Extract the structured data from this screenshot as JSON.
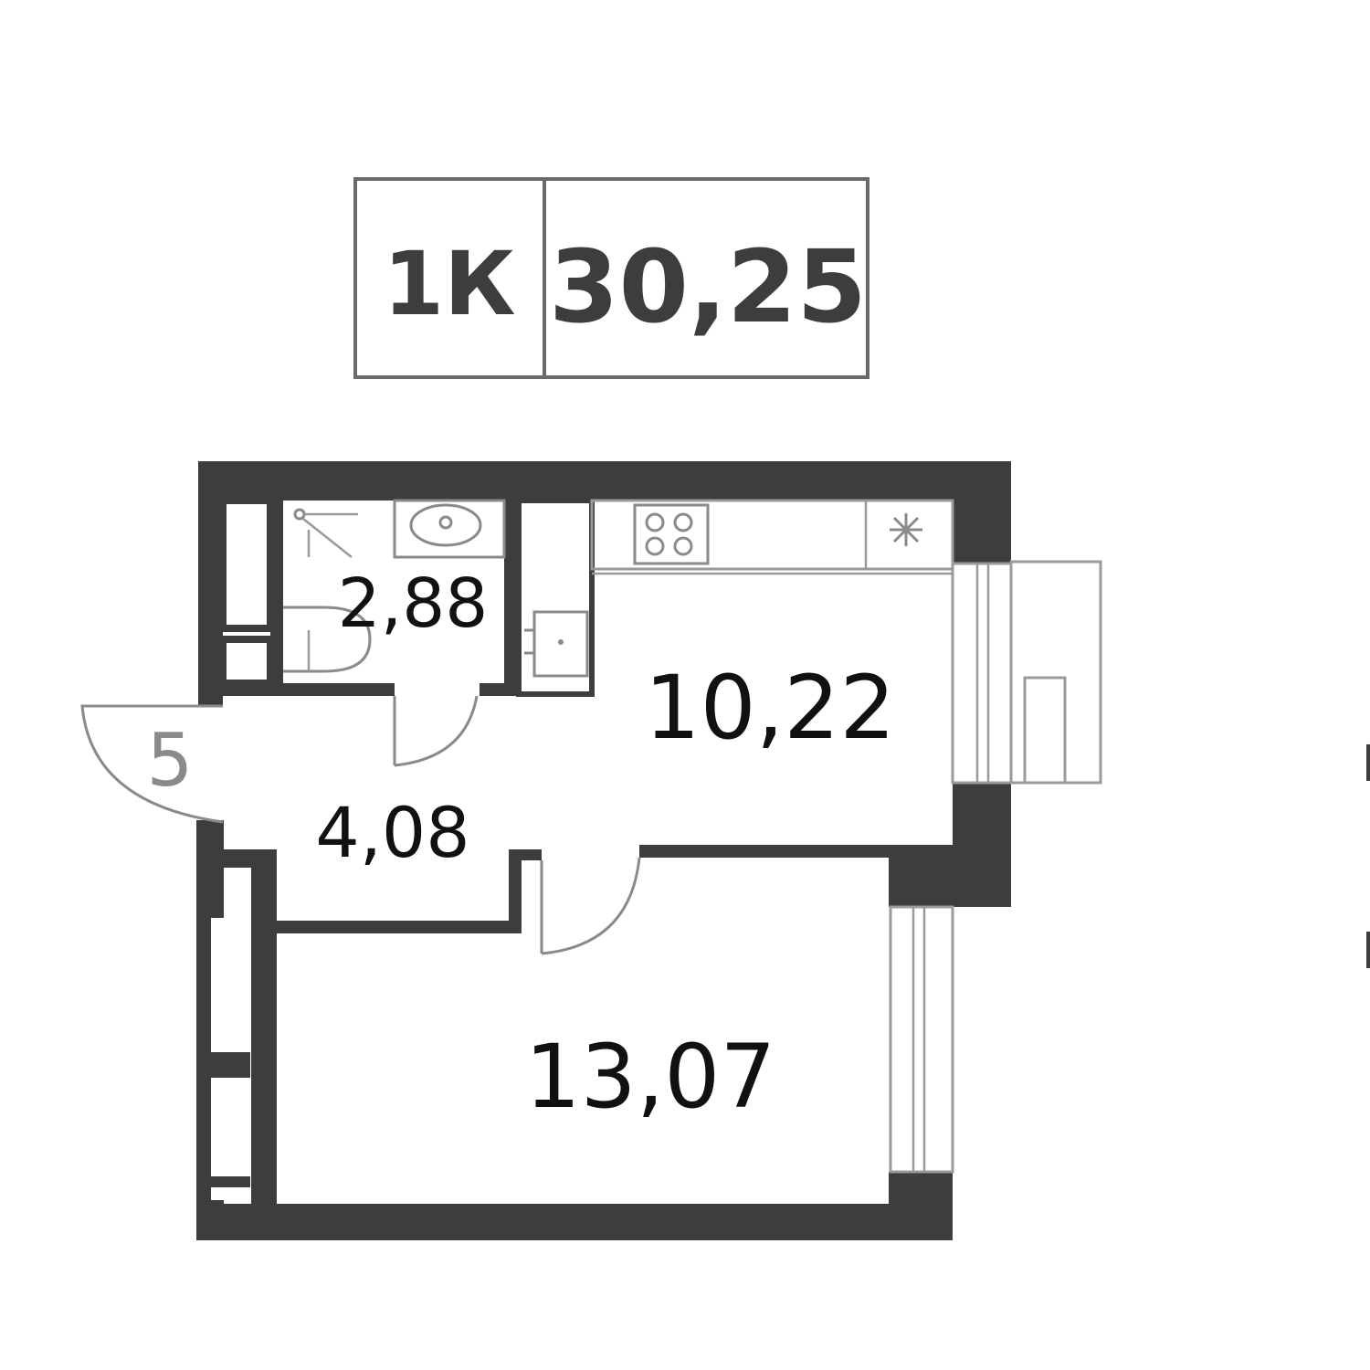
{
  "badge": {
    "type": "1К",
    "area": "30,25"
  },
  "rooms": {
    "bathroom": "2,88",
    "kitchen": "10,22",
    "hallway": "4,08",
    "bedroom": "13,07"
  },
  "entrance_number": "5",
  "colors": {
    "wall": "#3d3d3d",
    "text": "#111111",
    "thin_line": "#9a9a9a",
    "background": "#ffffff"
  },
  "icons": [
    "toilet-icon",
    "sink-icon",
    "stove-icon",
    "bathtub-icon",
    "kitchen-sink-icon",
    "ventilation-icon"
  ]
}
